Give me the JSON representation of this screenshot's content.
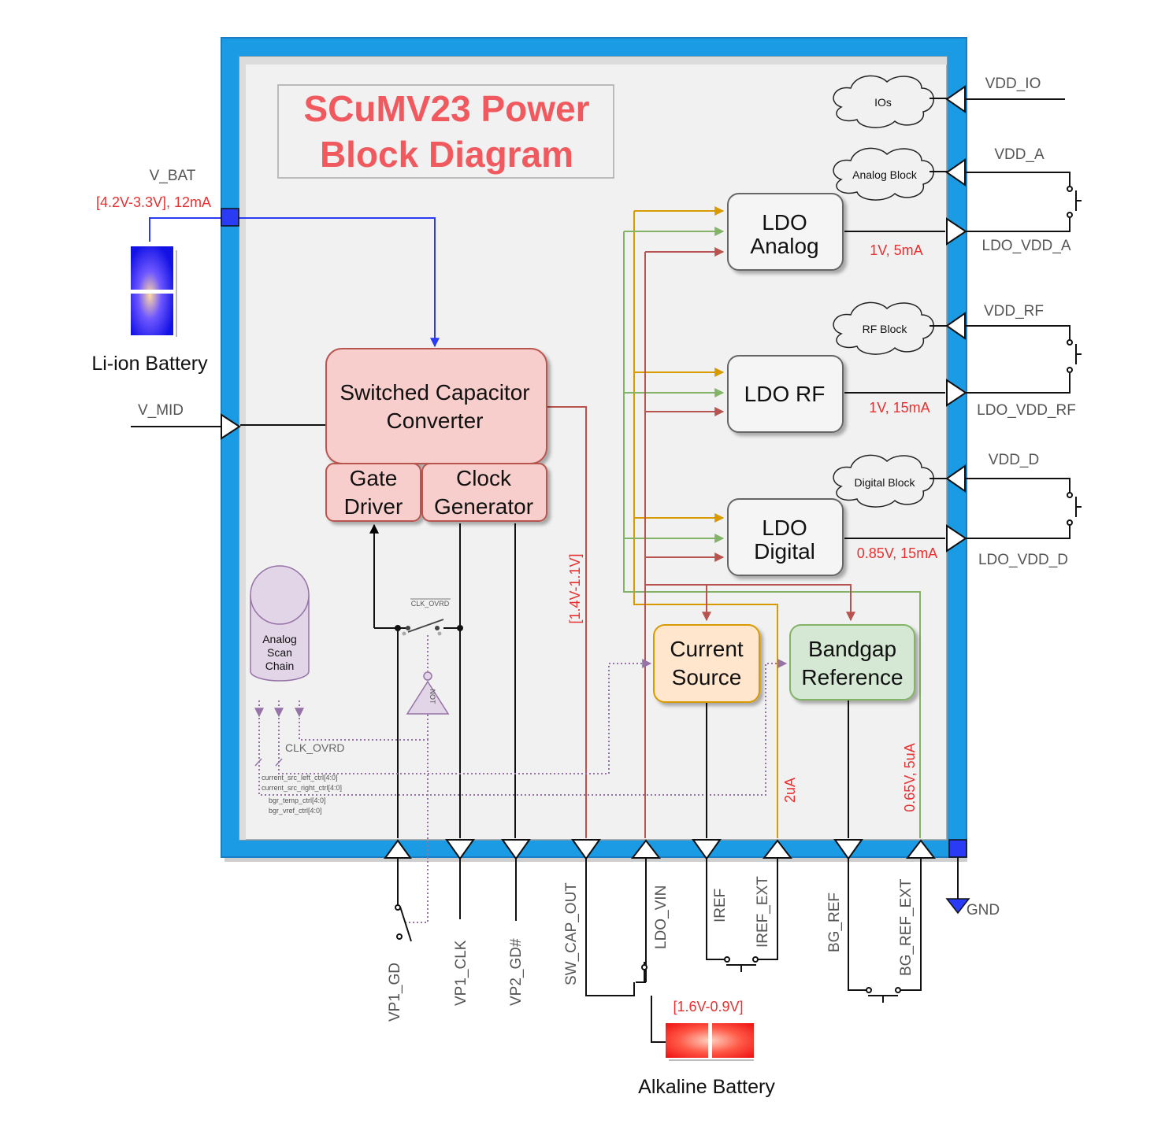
{
  "title": {
    "line1": "SCuMV23 Power",
    "line2": "Block Diagram"
  },
  "blocks": {
    "scc": {
      "line1": "Switched Capacitor",
      "line2": "Converter"
    },
    "gate": {
      "line1": "Gate",
      "line2": "Driver"
    },
    "clock": {
      "line1": "Clock",
      "line2": "Generator"
    },
    "ldo_analog": {
      "line1": "LDO",
      "line2": "Analog"
    },
    "ldo_rf": {
      "line1": "LDO RF"
    },
    "ldo_digital": {
      "line1": "LDO",
      "line2": "Digital"
    },
    "current_source": {
      "line1": "Current",
      "line2": "Source"
    },
    "bandgap": {
      "line1": "Bandgap",
      "line2": "Reference"
    },
    "scan_chain": {
      "line1": "Analog",
      "line2": "Scan",
      "line3": "Chain"
    }
  },
  "clouds": {
    "ios": "IOs",
    "analog": "Analog Block",
    "rf": "RF Block",
    "digital": "Digital Block"
  },
  "pins": {
    "vdd_io": "VDD_IO",
    "vdd_a": "VDD_A",
    "ldo_vdd_a": "LDO_VDD_A",
    "vdd_rf": "VDD_RF",
    "ldo_vdd_rf": "LDO_VDD_RF",
    "vdd_d": "VDD_D",
    "ldo_vdd_d": "LDO_VDD_D",
    "v_bat": "V_BAT",
    "v_mid": "V_MID",
    "vp1_gd": "VP1_GD",
    "vp1_clk": "VP1_CLK",
    "vp2_gd": "VP2_GD#",
    "sw_cap_out": "SW_CAP_OUT",
    "ldo_vin": "LDO_VIN",
    "iref": "IREF",
    "iref_ext": "IREF_EXT",
    "bg_ref": "BG_REF",
    "bg_ref_ext": "BG_REF_EXT",
    "gnd": "GND"
  },
  "annotations": {
    "v_bat_range": "[4.2V-3.3V], 12mA",
    "ldo_a_out": "1V, 5mA",
    "ldo_rf_out": "1V, 15mA",
    "ldo_d_out": "0.85V, 15mA",
    "sw_cap_range": "[1.4V-1.1V]",
    "iref_val": "2uA",
    "bg_val": "0.65V, 5uA",
    "alk_range": "[1.6V-0.9V]"
  },
  "batteries": {
    "liion": "Li-ion Battery",
    "alkaline": "Alkaline Battery"
  },
  "control": {
    "clk_ovrd_bar": "CLK_OVRD",
    "clk_ovrd": "CLK_OVRD",
    "not_gate": "NOT",
    "bus1": "current_src_left_ctrl[4:0]",
    "bus2": "current_src_right_ctrl[4:0]",
    "bus3": "bgr_temp_ctrl[4:0]",
    "bus4": "bgr_vref_ctrl[4:0]"
  },
  "colors": {
    "chip_border": "#1a9be3",
    "chip_inner": "#f1f1f1",
    "title": "#f05a5f",
    "vbat_wire": "#2a3bf5",
    "orange_wire": "#d79b00",
    "green_wire": "#82b366",
    "red_wire": "#b85450",
    "purple": "#9673a6",
    "annotation_red": "#e83030"
  }
}
